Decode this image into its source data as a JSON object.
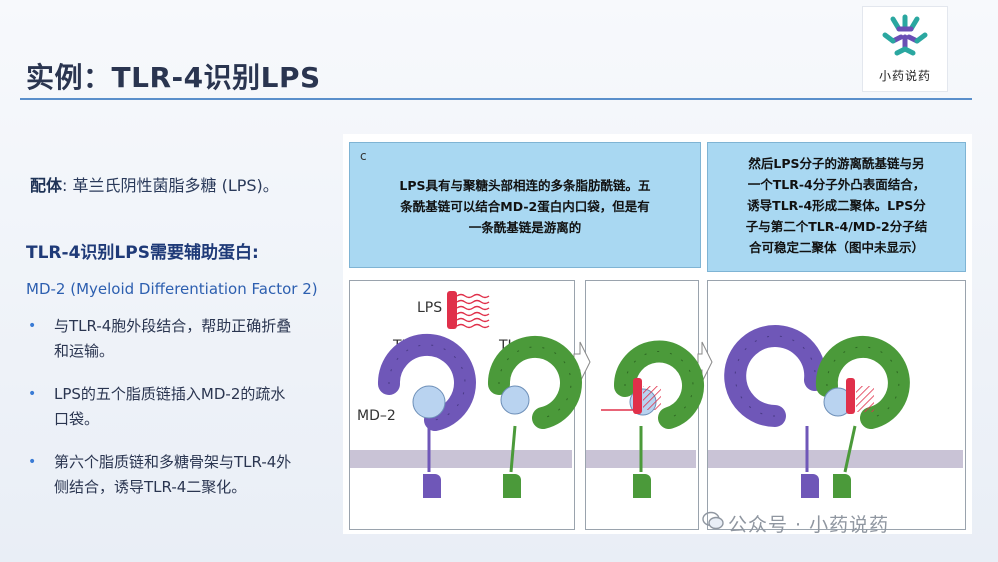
{
  "title": "实例：TLR-4识别LPS",
  "logo": {
    "label": "小药说药",
    "icon": "molecule-logo-icon"
  },
  "ligand": {
    "key": "配体",
    "sep": ": ",
    "text": "革兰氏阴性菌脂多糖 (LPS)。"
  },
  "helper_heading": "TLR-4识别LPS需要辅助蛋白:",
  "md2_heading": "MD-2 (Myeloid Differentiation Factor 2)",
  "bullets": [
    {
      "line1": "与TLR-4胞外段结合，帮助正确折叠",
      "line2": "和运输。"
    },
    {
      "line1": "LPS的五个脂质链插入MD-2的疏水",
      "line2": "口袋。"
    },
    {
      "line1": "第六个脂质链和多糖骨架与TLR-4外",
      "line2": "侧结合，诱导TLR-4二聚化。"
    }
  ],
  "figure": {
    "panel_letter": "c",
    "caption_left": [
      "LPS具有与聚糖头部相连的多条脂肪酰链。五",
      "条酰基链可以结合MD-2蛋白内口袋，但是有",
      "一条酰基链是游离的"
    ],
    "caption_right": [
      "然后LPS分子的游离酰基链与另",
      "一个TLR-4分子外凸表面结合，",
      "诱导TLR-4形成二聚体。LPS分",
      "子与第二个TLR-4/MD-2分子结",
      "合可稳定二聚体（图中未显示）"
    ],
    "label_lps": "LPS",
    "label_tlr4_a": "TLR–4",
    "label_tlr4_b": "TLR–4",
    "label_md2": "MD–2",
    "colors": {
      "purple": "#6f57b8",
      "green": "#4b9a3a",
      "md2": "#b9d3f0",
      "lps": "#e0304a",
      "membrane": "#c9c3d6",
      "caption_bg": "#a9d8f2"
    }
  },
  "watermark": "公众号 · 小药说药"
}
